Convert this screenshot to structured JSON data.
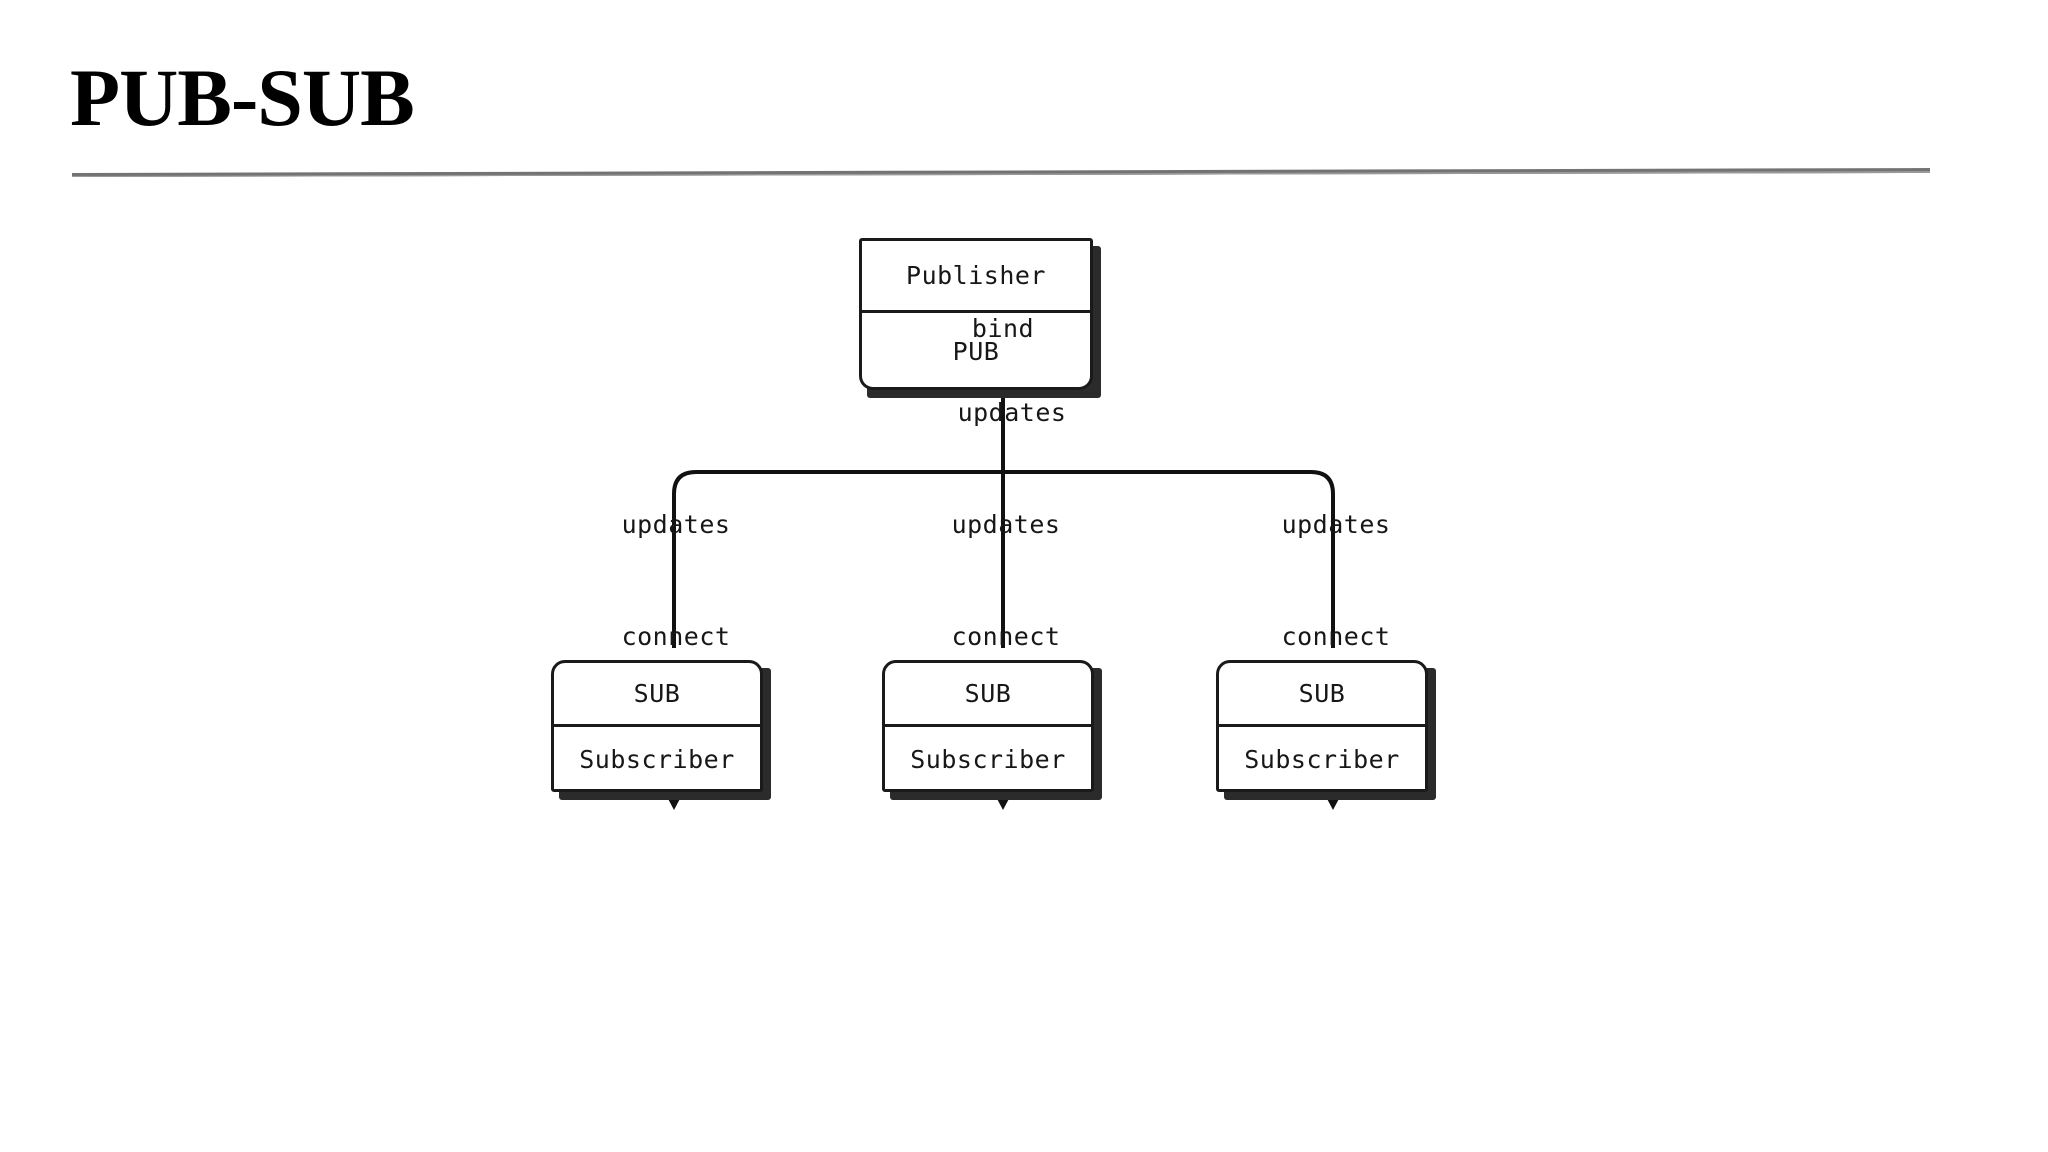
{
  "slide": {
    "title": "PUB-SUB",
    "rule_color": "#737373"
  },
  "diagram": {
    "type": "flow-diagram",
    "publisher": {
      "top_label": "Publisher",
      "bottom_label": "PUB"
    },
    "subscribers": [
      {
        "top_label": "SUB",
        "bottom_label": "Subscriber"
      },
      {
        "top_label": "SUB",
        "bottom_label": "Subscriber"
      },
      {
        "top_label": "SUB",
        "bottom_label": "Subscriber"
      }
    ],
    "labels": {
      "bind": "bind",
      "updates_trunk": "updates",
      "updates_left": "updates",
      "updates_center": "updates",
      "updates_right": "updates",
      "connect_left": "connect",
      "connect_center": "connect",
      "connect_right": "connect"
    },
    "line_color": "#111111"
  }
}
